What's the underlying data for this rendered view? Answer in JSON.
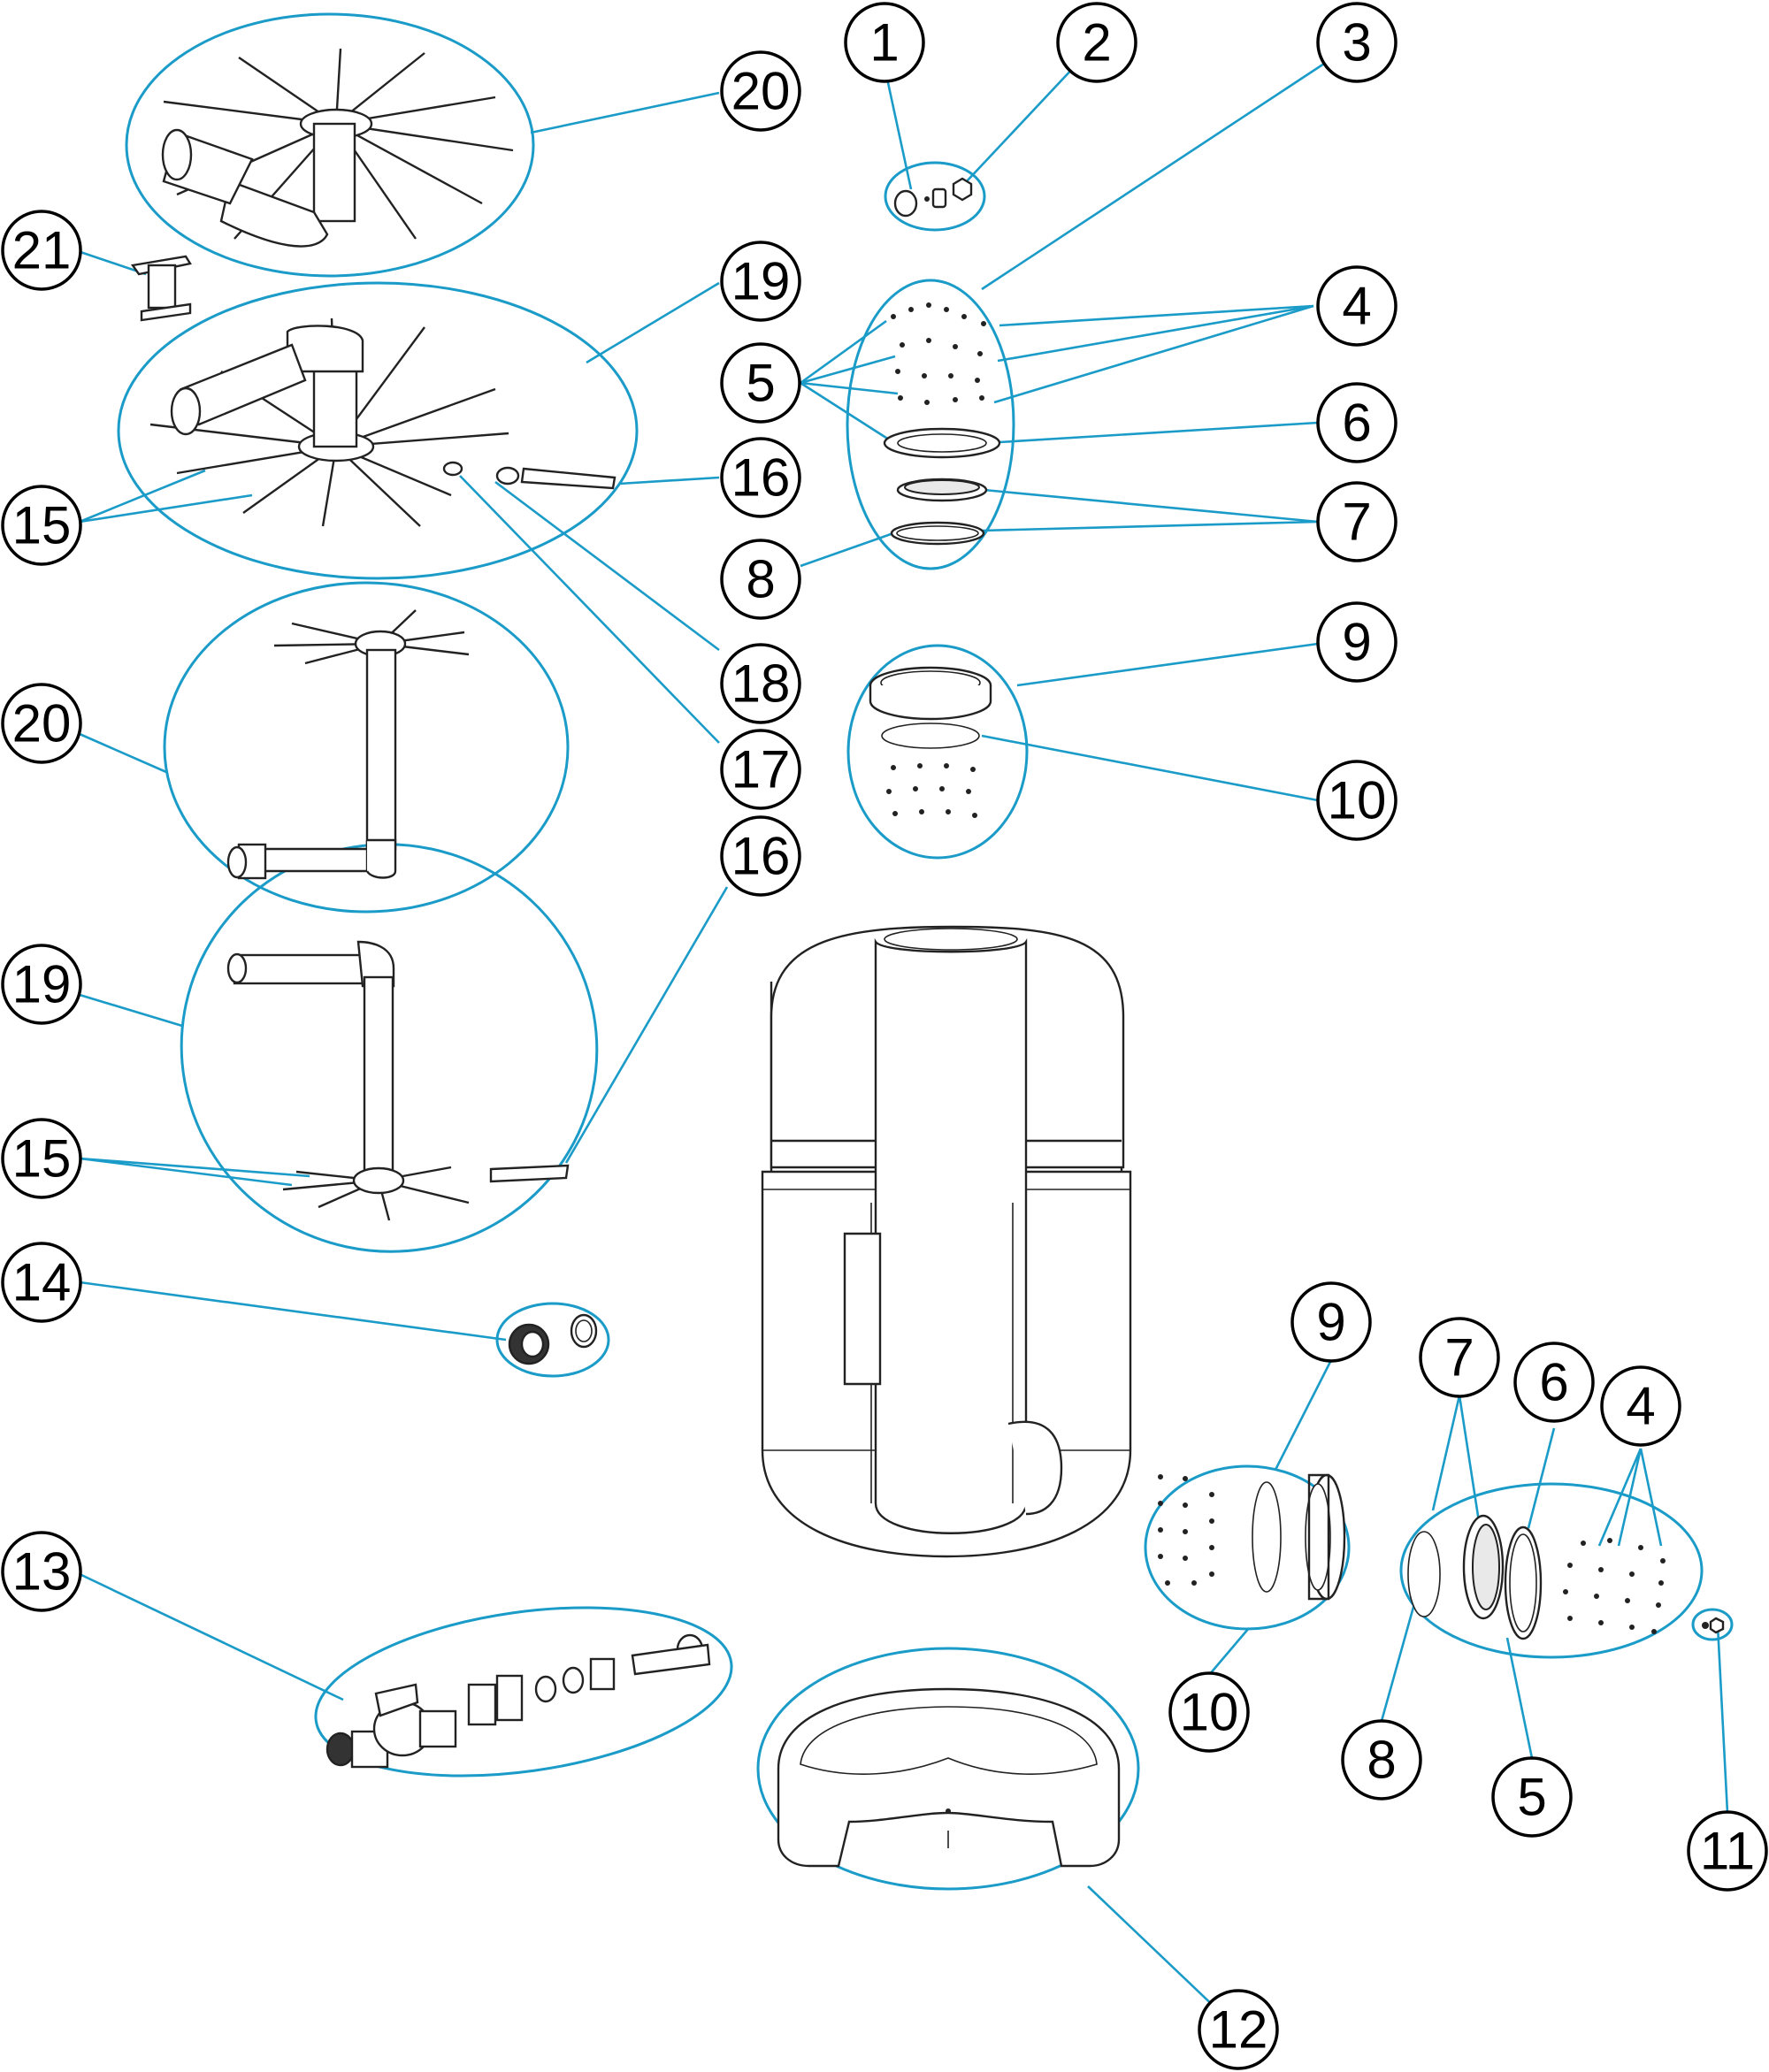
{
  "callouts": [
    {
      "id": "c1",
      "label": "1"
    },
    {
      "id": "c2",
      "label": "2"
    },
    {
      "id": "c3",
      "label": "3"
    },
    {
      "id": "c4a",
      "label": "4"
    },
    {
      "id": "c5a",
      "label": "5"
    },
    {
      "id": "c6a",
      "label": "6"
    },
    {
      "id": "c7a",
      "label": "7"
    },
    {
      "id": "c8a",
      "label": "8"
    },
    {
      "id": "c9a",
      "label": "9"
    },
    {
      "id": "c10a",
      "label": "10"
    },
    {
      "id": "c20a",
      "label": "20"
    },
    {
      "id": "c21",
      "label": "21"
    },
    {
      "id": "c19a",
      "label": "19"
    },
    {
      "id": "c15a",
      "label": "15"
    },
    {
      "id": "c16a",
      "label": "16"
    },
    {
      "id": "c18",
      "label": "18"
    },
    {
      "id": "c17",
      "label": "17"
    },
    {
      "id": "c20b",
      "label": "20"
    },
    {
      "id": "c16b",
      "label": "16"
    },
    {
      "id": "c19b",
      "label": "19"
    },
    {
      "id": "c15b",
      "label": "15"
    },
    {
      "id": "c14",
      "label": "14"
    },
    {
      "id": "c13",
      "label": "13"
    },
    {
      "id": "c9b",
      "label": "9"
    },
    {
      "id": "c7b",
      "label": "7"
    },
    {
      "id": "c6b",
      "label": "6"
    },
    {
      "id": "c4b",
      "label": "4"
    },
    {
      "id": "c10b",
      "label": "10"
    },
    {
      "id": "c8b",
      "label": "8"
    },
    {
      "id": "c5b",
      "label": "5"
    },
    {
      "id": "c11",
      "label": "11"
    },
    {
      "id": "c12",
      "label": "12"
    }
  ]
}
